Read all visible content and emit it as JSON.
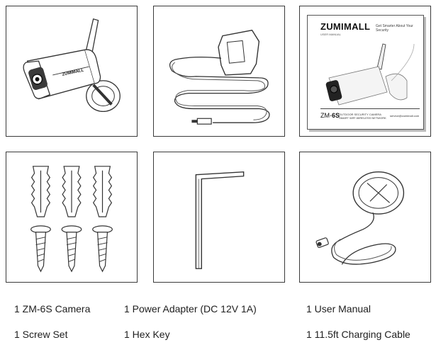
{
  "items": [
    {
      "label": "1 ZM-6S Camera"
    },
    {
      "label": "1 Power Adapter (DC 12V 1A)"
    },
    {
      "label": "1  User Manual"
    },
    {
      "label": "1 Screw Set"
    },
    {
      "label": "1  Hex Key"
    },
    {
      "label": "1  11.5ft Charging Cable"
    }
  ],
  "camera": {
    "brand": "ZUMIMALL"
  },
  "manual": {
    "brand": "ZUMIMALL",
    "tagline": "Get Smarter About Your Security",
    "subtitle": "USER MANUAL",
    "model_prefix": "ZM-",
    "model_bold": "6S",
    "model_desc": "OUTDOOR SECURITY CAMERA",
    "model_desc2": "SMART WIFI WIRELESS NETWORK",
    "site": "service@zumimall.com"
  }
}
